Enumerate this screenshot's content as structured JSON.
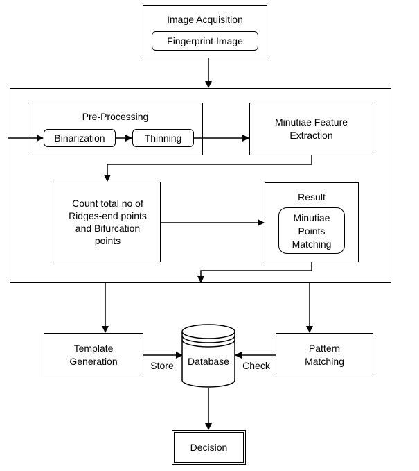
{
  "acquisition": {
    "title": "Image Acquisition",
    "inner": "Fingerprint Image"
  },
  "preprocessing": {
    "title": "Pre-Processing",
    "binarization": "Binarization",
    "thinning": "Thinning"
  },
  "minutiae_extraction": {
    "line1": "Minutiae Feature",
    "line2": "Extraction"
  },
  "count": {
    "line1": "Count total no of",
    "line2": "Ridges-end points",
    "line3": "and Bifurcation",
    "line4": "points"
  },
  "result": {
    "title": "Result",
    "line1": "Minutiae",
    "line2": "Points",
    "line3": "Matching"
  },
  "template": {
    "line1": "Template",
    "line2": "Generation"
  },
  "database": {
    "label": "Database",
    "store": "Store",
    "check": "Check"
  },
  "pattern": {
    "line1": "Pattern",
    "line2": "Matching"
  },
  "decision": {
    "label": "Decision"
  }
}
